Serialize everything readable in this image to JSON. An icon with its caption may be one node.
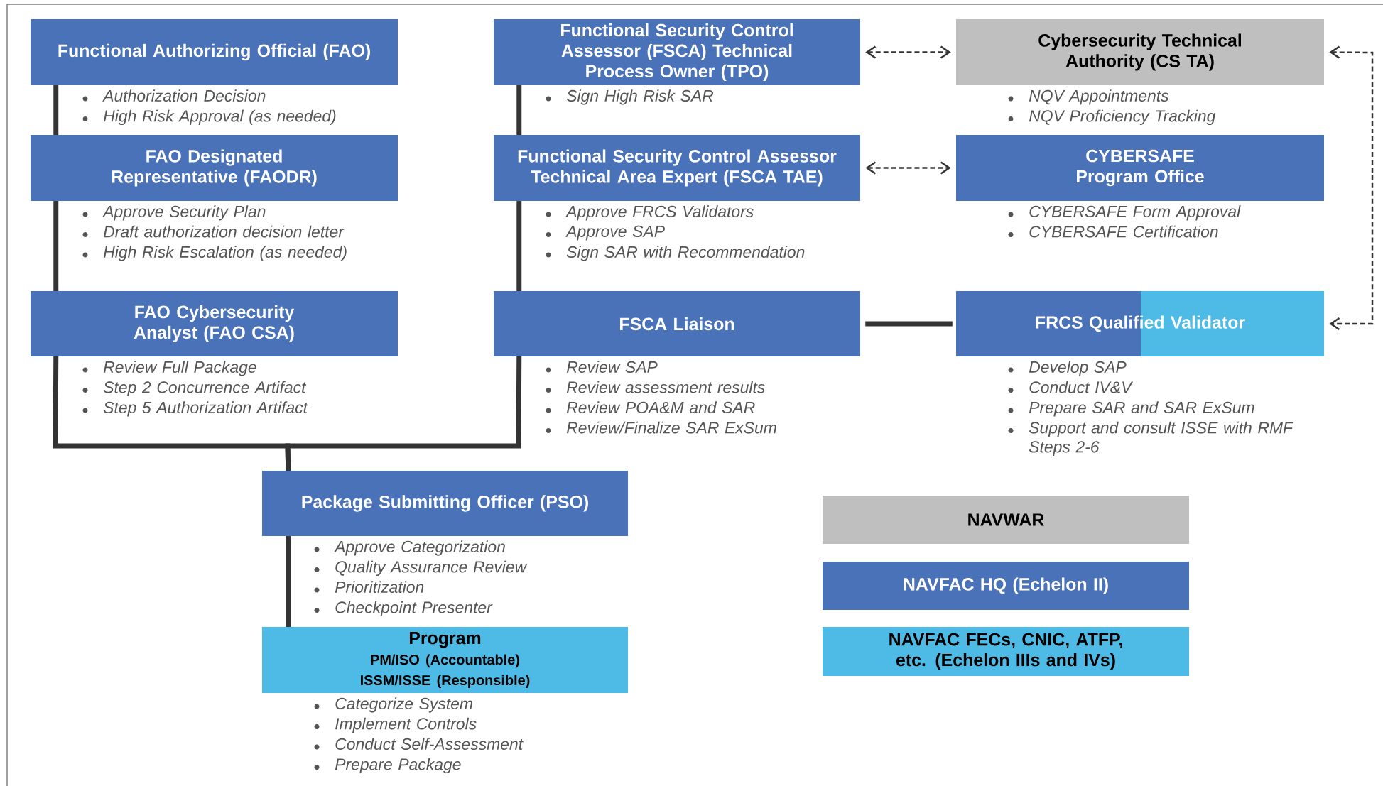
{
  "diagram": {
    "nodes": [
      {
        "text": [
          "Functional Authorizing Official (FAO)"
        ],
        "beside": [
          "Authorization Decision",
          "High Risk Approval (as needed)"
        ]
      },
      {
        "text": [
          "FAO Designated Representative (FAODR)"
        ],
        "beside": [
          "Approve Security Plan",
          "Draft authorization decision letter",
          "High Risk Escalation (as needed)"
        ]
      },
      {
        "text": [
          "FAO Cybersecurity Analyst (FAO CSA)"
        ],
        "beside": [
          "Review Full Package",
          "Step 2 Concurrence Artifact",
          "Step 5 Authorization Artifact"
        ]
      },
      {
        "text": [
          "Functional Security Control Assessor (FSCA) Technical Process Owner (TPO)"
        ],
        "beside": [
          "Sign High Risk SAR"
        ]
      },
      {
        "text": [
          "Functional Security Control Assessor Technical Area Expert (FSCA TAE)"
        ],
        "beside": [
          "Approve FRCS Validators",
          "Approve SAP",
          "Sign SAR with Recommendation"
        ]
      },
      {
        "text": [
          "FSCA Liaison"
        ],
        "beside": [
          "Review SAP",
          "Review assessment results",
          "Review POA&M and SAR",
          "Review/Finalize SAR ExSum"
        ]
      },
      {
        "text": [
          "Cybersecurity Technical Authority (CS TA)"
        ],
        "beside": [
          "NQV Appointments",
          "NQV Proficiency Tracking"
        ]
      },
      {
        "text": [
          "CYBERSAFE Program Office"
        ],
        "beside": [
          "CYBERSAFE Form Approval",
          "CYBERSAFE Certification"
        ]
      },
      {
        "text": [
          "FRCS Qualified Validator"
        ],
        "beside": [
          "Develop SAP",
          "Conduct IV&V",
          "Prepare SAR and SAR ExSum",
          "Support and consult ISSE with RMF Steps 2-6"
        ]
      },
      {
        "text": [
          "Package Submitting Officer (PSO)"
        ],
        "beside": [
          "Approve Categorization",
          "Quality Assurance Review",
          "Prioritization",
          "Checkpoint Presenter"
        ]
      },
      {
        "text": [
          "Program",
          "PM/ISO (Accountable)",
          "ISSM/ISSE (Responsible)"
        ],
        "beside": [
          "Categorize System",
          "Implement Controls",
          "Conduct Self-Assessment",
          "Prepare Package"
        ]
      },
      {
        "text": [
          "NAVWAR"
        ]
      },
      {
        "text": [
          "NAVFAC HQ (Echelon II)"
        ]
      },
      {
        "text": [
          "NAVFAC FECs, CNIC, ATFP, etc. (Echelon IIIs and IVs)"
        ]
      }
    ],
    "edges": [
      {
        "from": 0,
        "to": 1,
        "arrow": "none"
      },
      {
        "from": 1,
        "to": 2,
        "arrow": "none"
      },
      {
        "from": 3,
        "to": 4,
        "arrow": "none"
      },
      {
        "from": 4,
        "to": 5,
        "arrow": "none"
      },
      {
        "from": 3,
        "to": 6,
        "arrow": "both",
        "style": "dashed"
      },
      {
        "from": 4,
        "to": 7,
        "arrow": "both",
        "style": "dashed"
      },
      {
        "from": 5,
        "to": 8,
        "arrow": "none"
      },
      {
        "from": 6,
        "to": 8,
        "arrow": "both",
        "style": "dashed"
      },
      {
        "from": 2,
        "to": 9,
        "arrow": "none"
      },
      {
        "from": 5,
        "to": 9,
        "arrow": "none"
      },
      {
        "from": 9,
        "to": 10,
        "arrow": "none"
      }
    ]
  }
}
